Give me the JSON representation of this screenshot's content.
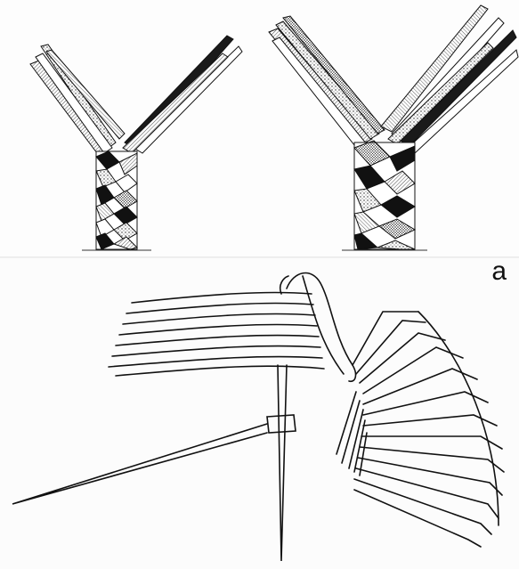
{
  "figure": {
    "panel_label": "a",
    "colors": {
      "ink": "#111111",
      "paper": "#ffffff"
    },
    "top_panel": {
      "content": [
        "braid-diagram-simple",
        "braid-diagram-complex"
      ]
    },
    "bottom_panel": {
      "content": [
        "fan-of-strips",
        "pin-tool"
      ]
    }
  }
}
